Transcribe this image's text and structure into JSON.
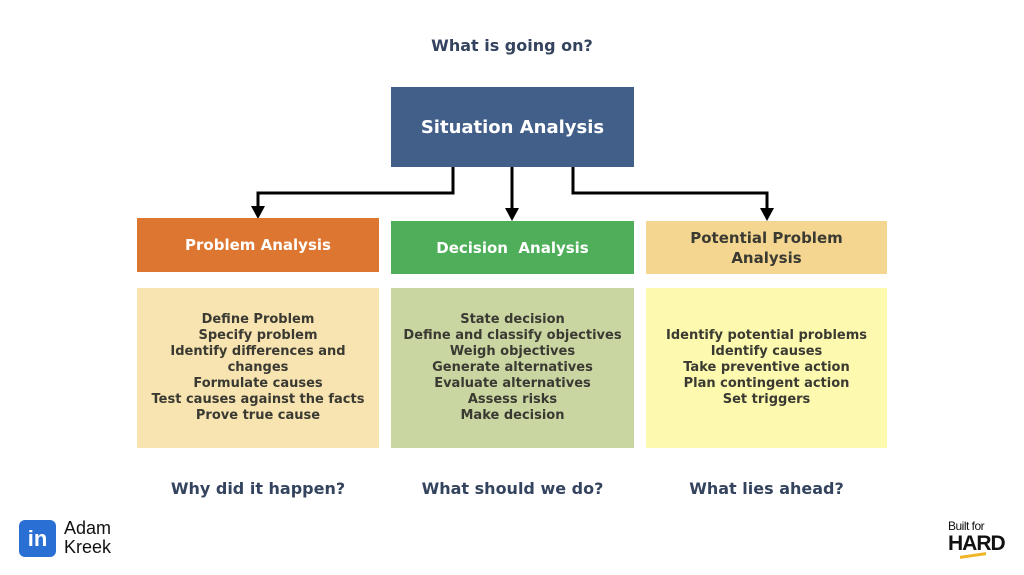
{
  "top_question": "What is going on?",
  "root": {
    "label": "Situation Analysis",
    "color": "#425f8a"
  },
  "branches": [
    {
      "label": "Problem Analysis",
      "color": "#dd7631",
      "list_color": "#f8e4b1",
      "question": "Why did it happen?",
      "items": [
        "Define Problem",
        "Specify problem",
        "Identify differences and changes",
        "Formulate causes",
        "Test causes against the facts",
        "Prove true cause"
      ]
    },
    {
      "label": "Decision  Analysis",
      "color": "#4fae5a",
      "list_color": "#c9d6a2",
      "question": "What should we do?",
      "items": [
        "State decision",
        "Define and classify objectives",
        "Weigh objectives",
        "Generate alternatives",
        "Evaluate alternatives",
        "Assess risks",
        "Make decision"
      ]
    },
    {
      "label": "Potential Problem Analysis",
      "color": "#f4d690",
      "list_color": "#fdfab0",
      "question": "What lies ahead?",
      "items": [
        "Identify potential problems",
        "Identify causes",
        "Take preventive action",
        "Plan contingent action",
        "Set triggers"
      ]
    }
  ],
  "branding": {
    "left_name_first": "Adam",
    "left_name_last": "Kreek",
    "left_icon": "linkedin-icon",
    "right_line1": "Built for",
    "right_line2": "HARD"
  }
}
